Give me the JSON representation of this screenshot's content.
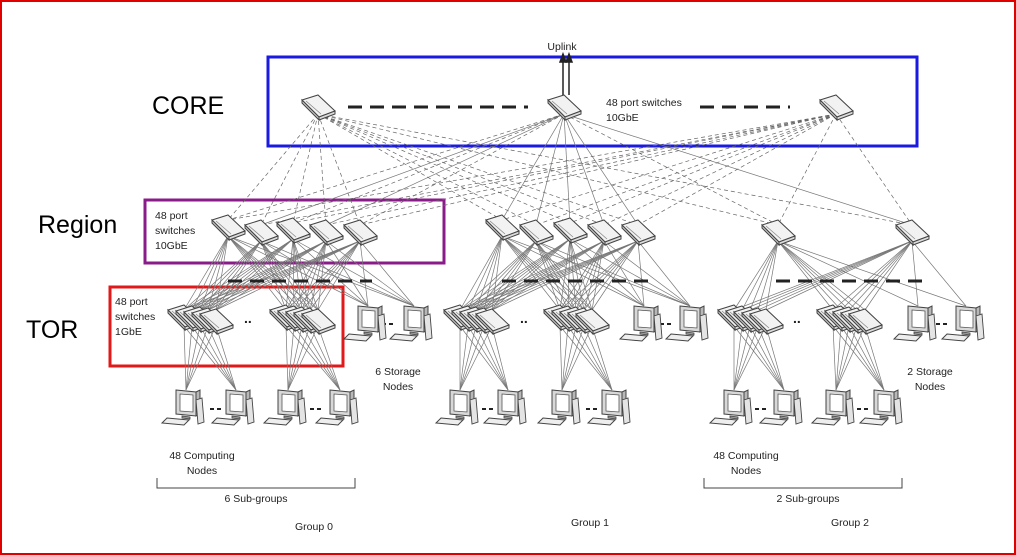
{
  "colors": {
    "frame": "#e00000",
    "core_box": "#1a1ae0",
    "region_box": "#8a1c8a",
    "tor_box": "#e01a1a",
    "line": "#555555"
  },
  "tiers": {
    "core": "CORE",
    "region": "Region",
    "tor": "TOR"
  },
  "uplink": "Uplink",
  "core_switches": {
    "line1": "48 port switches",
    "line2": "10GbE"
  },
  "region_switches": {
    "line1": "48 port",
    "line2": "switches",
    "line3": "10GbE"
  },
  "tor_switches": {
    "line1": "48 port",
    "line2": "switches",
    "line3": "1GbE"
  },
  "storage_left": {
    "line1": "6 Storage",
    "line2": "Nodes"
  },
  "storage_right": {
    "line1": "2 Storage",
    "line2": "Nodes"
  },
  "computing_left": {
    "line1": "48 Computing",
    "line2": "Nodes"
  },
  "computing_right": {
    "line1": "48 Computing",
    "line2": "Nodes"
  },
  "subgroups_left": "6 Sub-groups",
  "subgroups_right": "2 Sub-groups",
  "groups": [
    "Group 0",
    "Group 1",
    "Group 2"
  ],
  "ellipsis": ".."
}
